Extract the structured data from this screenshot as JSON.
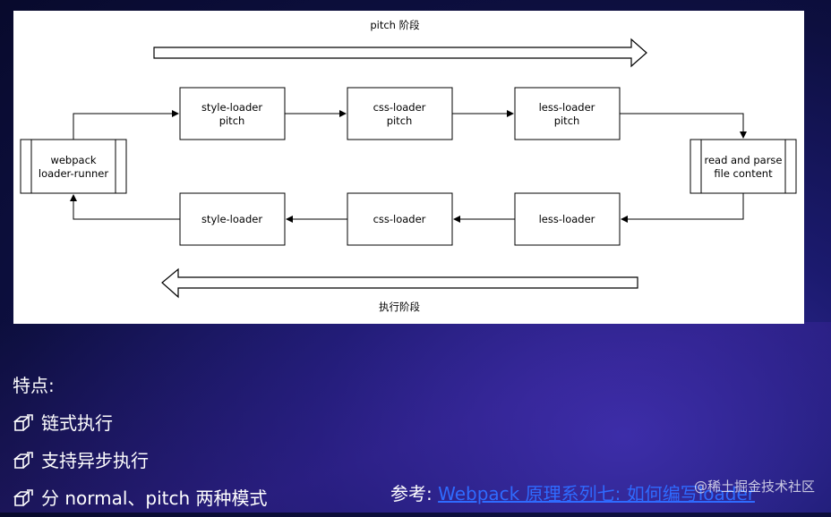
{
  "diagram": {
    "pitch_phase_label": "pitch 阶段",
    "execute_phase_label": "执行阶段",
    "nodes": {
      "runner": [
        "webpack",
        "loader-runner"
      ],
      "style_pitch": [
        "style-loader",
        "pitch"
      ],
      "css_pitch": [
        "css-loader",
        "pitch"
      ],
      "less_pitch": [
        "less-loader",
        "pitch"
      ],
      "read_parse": [
        "read and parse",
        "file content"
      ],
      "style": [
        "style-loader"
      ],
      "css": [
        "css-loader"
      ],
      "less": [
        "less-loader"
      ]
    }
  },
  "features": {
    "heading": "特点:",
    "items": [
      "链式执行",
      "支持异步执行",
      "分 normal、pitch 两种模式"
    ]
  },
  "reference": {
    "prefix": "参考:",
    "link_text": "Webpack 原理系列七: 如何编写loader"
  },
  "watermark": "@稀土掘金技术社区",
  "colors": {
    "link": "#2f6bff",
    "panel": "#ffffff"
  }
}
